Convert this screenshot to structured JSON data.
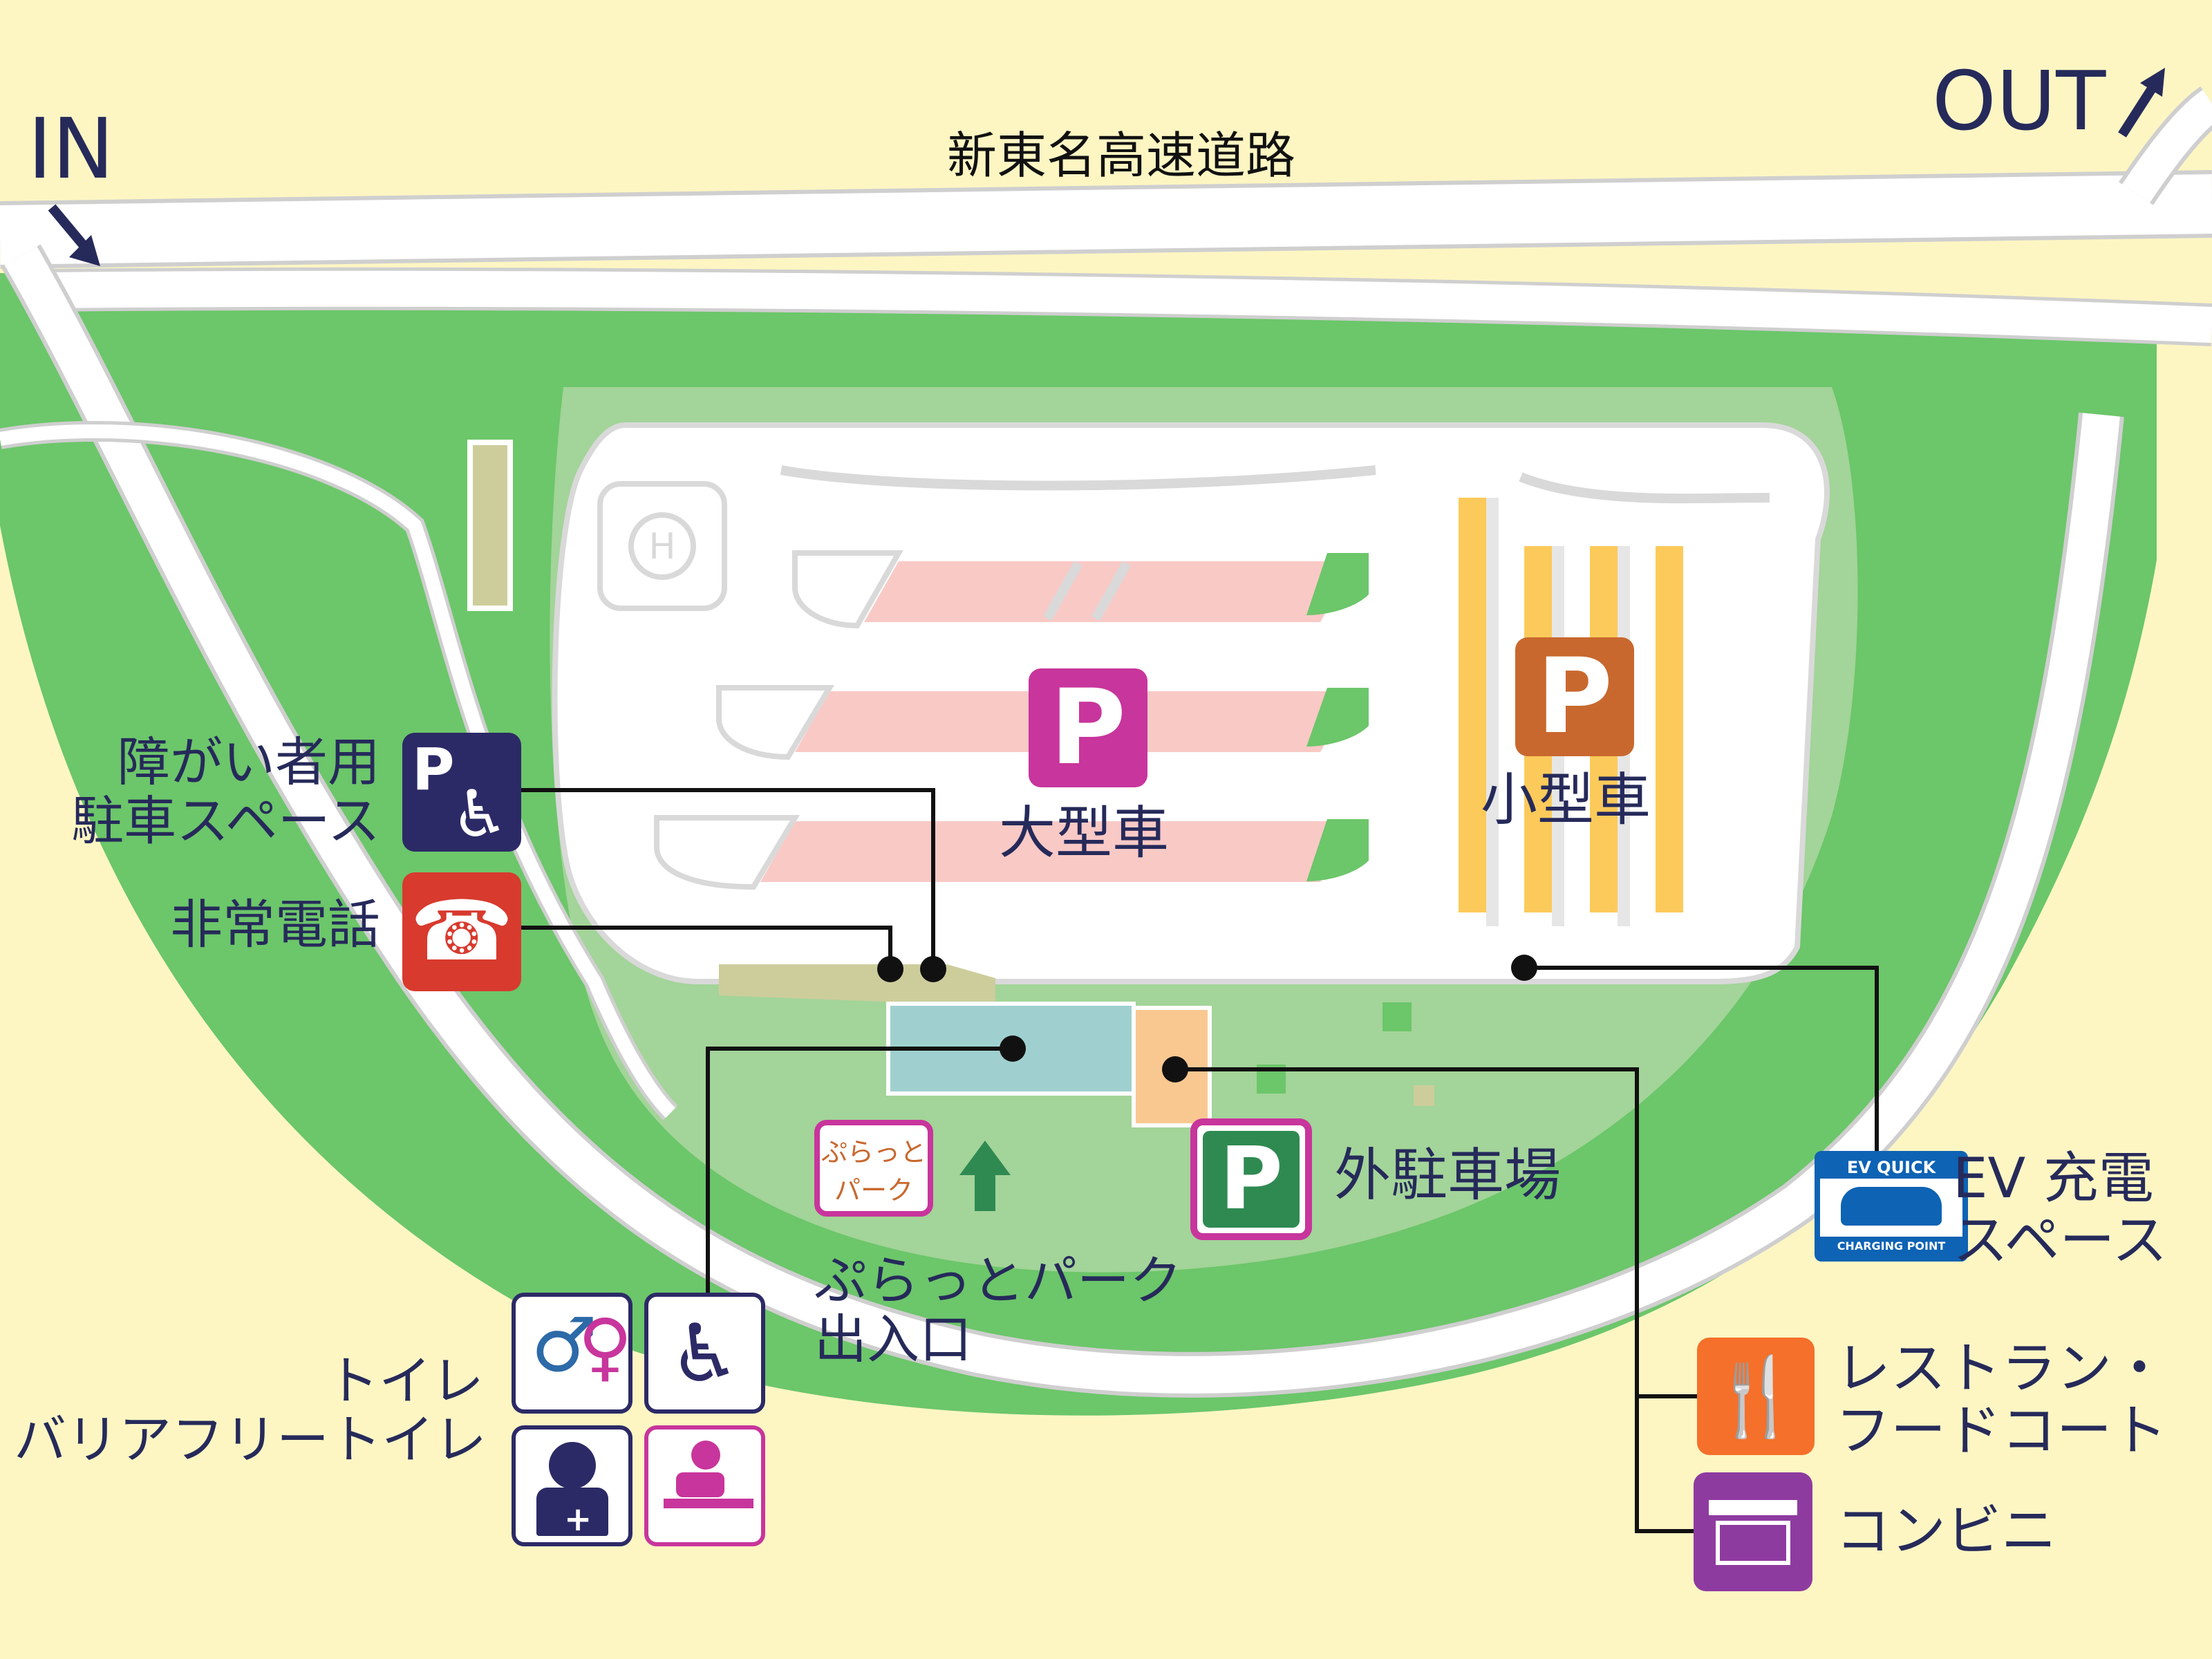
{
  "highway": {
    "name": "新東名高速道路"
  },
  "entrance": {
    "label": "IN"
  },
  "exit": {
    "label": "OUT"
  },
  "parking": {
    "large": {
      "symbol": "P",
      "label": "大型車",
      "color": "#c8359c"
    },
    "small": {
      "symbol": "P",
      "label": "小型車",
      "color": "#c8682e"
    },
    "outer": {
      "symbol": "P",
      "label": "外駐車場",
      "color": "#2f8a52"
    }
  },
  "facilities": {
    "accessible_parking": {
      "label_lines": [
        "障がい者用",
        "駐車スペース"
      ],
      "icon_text": "P"
    },
    "emergency_phone": {
      "label": "非常電話"
    },
    "ev_charging": {
      "label_lines": [
        "EV 充電",
        "スペース"
      ],
      "icon_top": "EV QUICK",
      "icon_bottom": "CHARGING POINT"
    },
    "restaurant": {
      "label_lines": [
        "レストラン・",
        "フードコート"
      ]
    },
    "convenience_store": {
      "label": "コンビニ"
    },
    "toilet": {
      "label_lines": [
        "トイレ",
        "バリアフリートイレ"
      ]
    },
    "plat_park": {
      "label_lines": [
        "ぷらっとパーク",
        "出入口"
      ],
      "logo_lines": [
        "ぷらっと",
        "パーク"
      ]
    },
    "helipad": {
      "symbol": "H"
    }
  },
  "colors": {
    "background": "#fdf6c3",
    "green_dark": "#6cc66a",
    "green_light": "#a3d499",
    "road": "#ffffff",
    "line": "#111111",
    "text": "#262a5a"
  }
}
